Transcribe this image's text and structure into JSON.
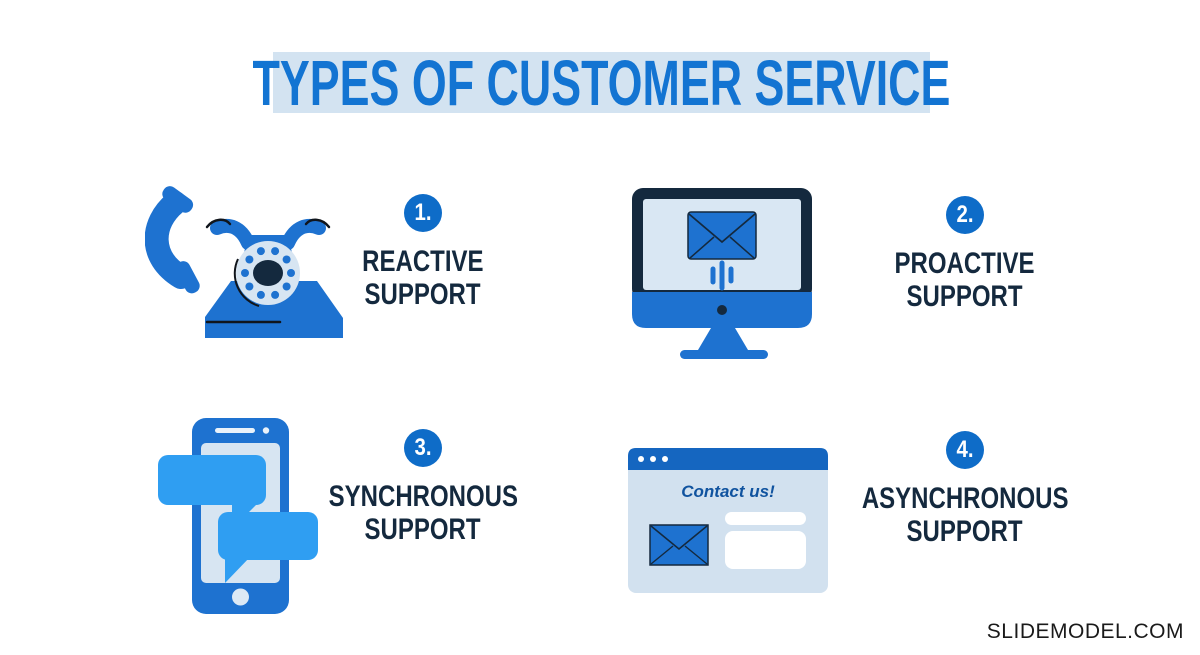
{
  "title": {
    "text": "TYPES OF CUSTOMER SERVICE"
  },
  "items": [
    {
      "number": "1.",
      "line1": "REACTIVE",
      "line2": "SUPPORT",
      "icon": "rotary-phone-icon"
    },
    {
      "number": "2.",
      "line1": "PROACTIVE",
      "line2": "SUPPORT",
      "icon": "desktop-email-icon"
    },
    {
      "number": "3.",
      "line1": "SYNCHRONOUS",
      "line2": "SUPPORT",
      "icon": "smartphone-chat-icon"
    },
    {
      "number": "4.",
      "line1": "ASYNCHRONOUS",
      "line2": "SUPPORT",
      "icon": "browser-contact-form-icon"
    }
  ],
  "browser_graphic": {
    "heading": "Contact us!"
  },
  "watermark": "SLIDEMODEL.COM",
  "colors": {
    "primary_blue": "#1E72D0",
    "circle_blue": "#0E6CC8",
    "deep_bar_blue": "#1566C0",
    "navy": "#14293E",
    "light_panel_blue": "#D7E5F2",
    "title_text_blue": "#1374D2",
    "title_bg_blue": "#D3E3F1",
    "chat_bubble_blue": "#2F9EF2",
    "white": "#FFFFFF"
  }
}
